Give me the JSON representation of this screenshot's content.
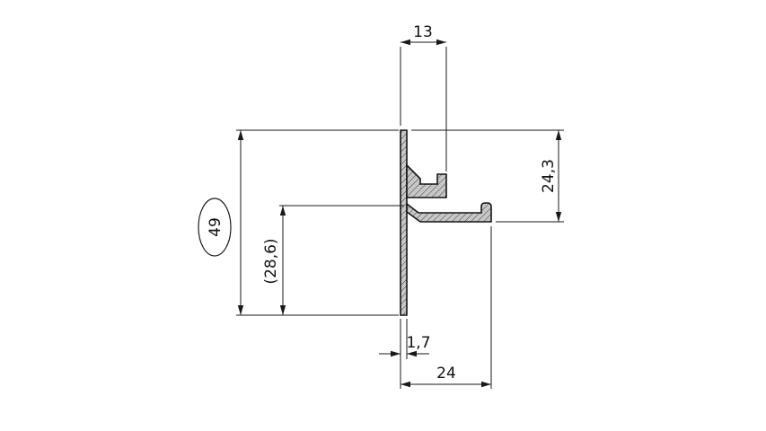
{
  "drawing": {
    "dim_top_width": "13",
    "dim_right_height": "24,3",
    "dim_overall_height": "49",
    "dim_aux_height": "(28,6)",
    "dim_wall_thickness": "1,7",
    "dim_bottom_width": "24"
  }
}
